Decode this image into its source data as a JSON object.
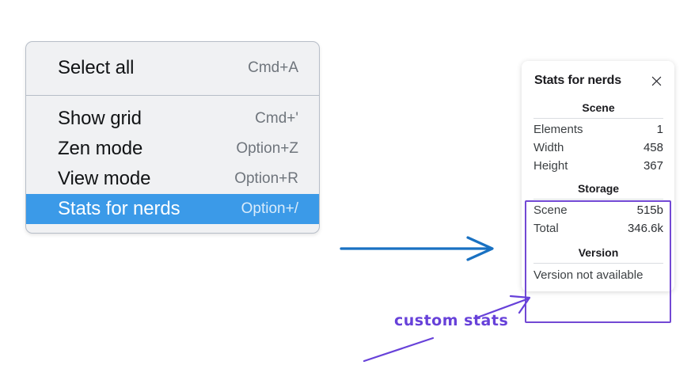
{
  "menu": {
    "sections": [
      {
        "items": [
          {
            "label": "Select all",
            "shortcut": "Cmd+A",
            "selected": false
          }
        ]
      },
      {
        "items": [
          {
            "label": "Show grid",
            "shortcut": "Cmd+'",
            "selected": false
          },
          {
            "label": "Zen mode",
            "shortcut": "Option+Z",
            "selected": false
          },
          {
            "label": "View mode",
            "shortcut": "Option+R",
            "selected": false
          },
          {
            "label": "Stats for nerds",
            "shortcut": "Option+/",
            "selected": true
          }
        ]
      }
    ],
    "highlight_color": "#3b9ae8"
  },
  "stats_panel": {
    "title": "Stats for nerds",
    "close_icon": "close-icon",
    "sections": [
      {
        "heading": "Scene",
        "rows": [
          {
            "label": "Elements",
            "value": "1"
          },
          {
            "label": "Width",
            "value": "458"
          },
          {
            "label": "Height",
            "value": "367"
          }
        ]
      },
      {
        "heading": "Storage",
        "rows": [
          {
            "label": "Scene",
            "value": "515b"
          },
          {
            "label": "Total",
            "value": "346.6k"
          }
        ]
      },
      {
        "heading": "Version",
        "note": "Version not available"
      }
    ]
  },
  "annotations": {
    "handwritten_label": "custom stats",
    "arrow_blue_color": "#1971c2",
    "arrow_purple_color": "#6741d9",
    "highlight_box_color": "#7248d4"
  }
}
